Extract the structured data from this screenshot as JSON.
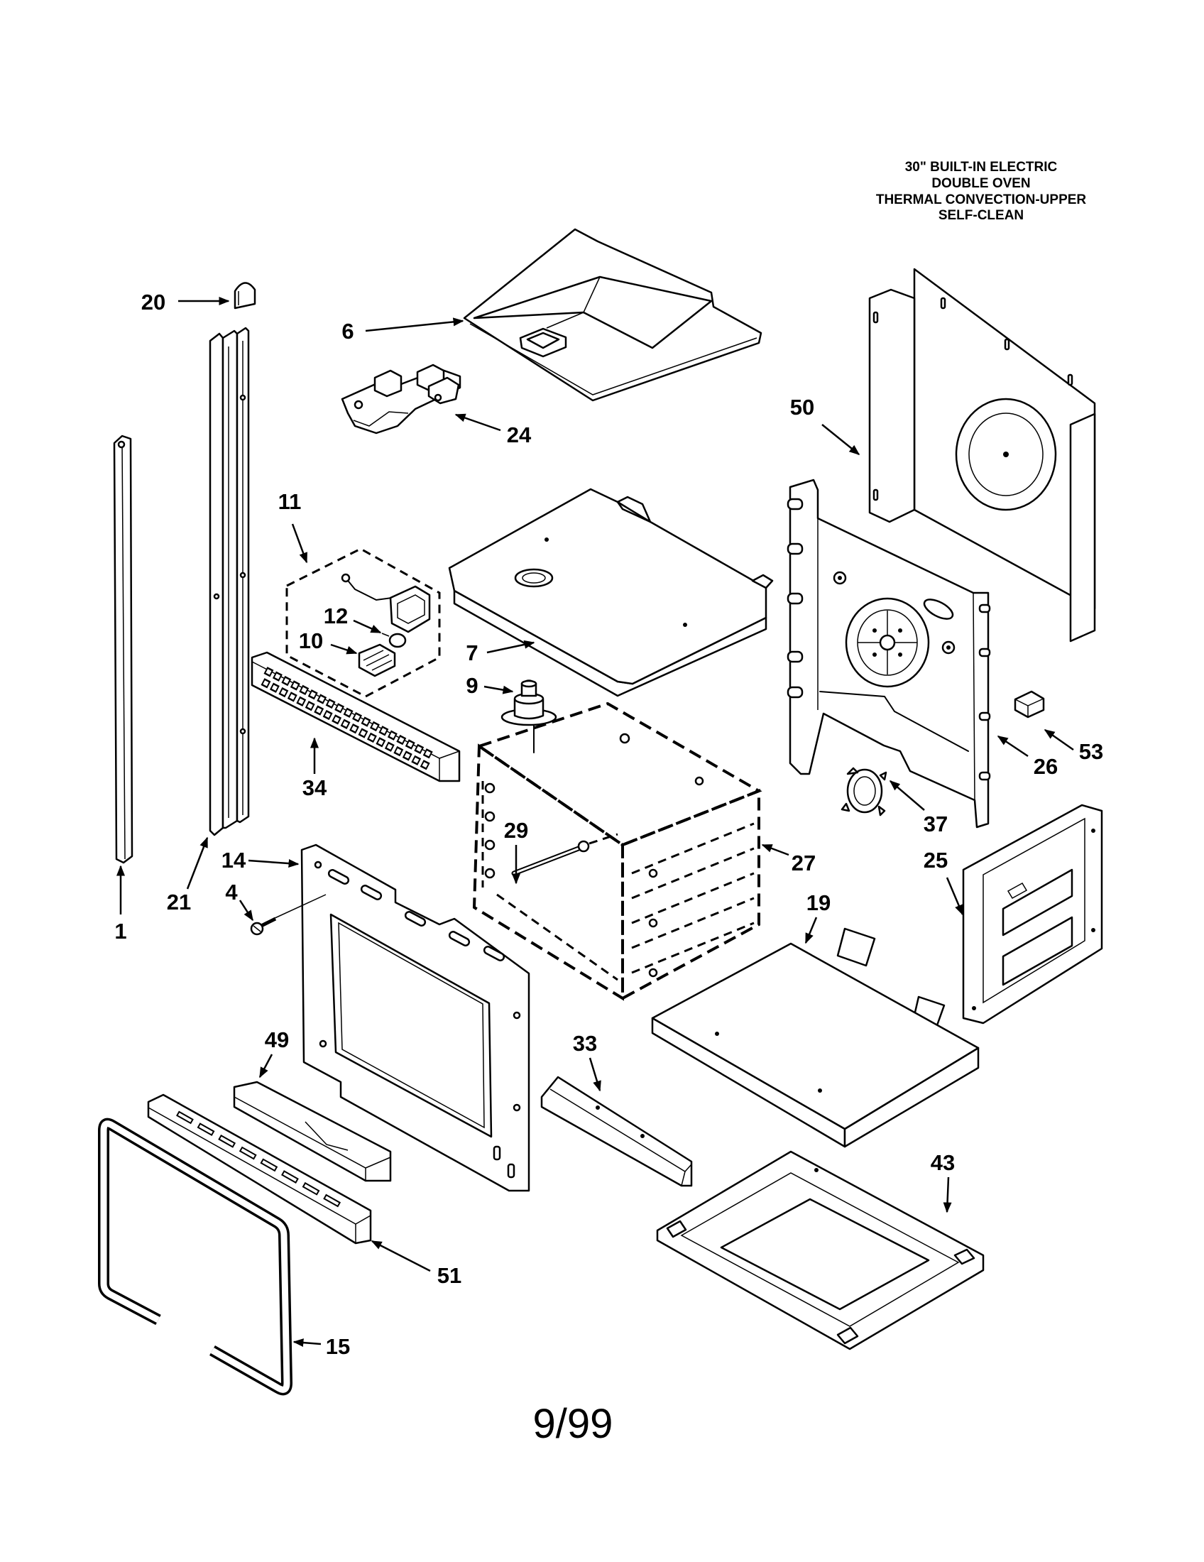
{
  "header": {
    "lines": [
      "30\" BUILT-IN ELECTRIC",
      "DOUBLE OVEN",
      "THERMAL CONVECTION-UPPER",
      "SELF-CLEAN"
    ]
  },
  "callouts": [
    "20",
    "6",
    "24",
    "50",
    "11",
    "12",
    "10",
    "7",
    "9",
    "34",
    "53",
    "26",
    "37",
    "29",
    "27",
    "14",
    "25",
    "21",
    "4",
    "1",
    "19",
    "49",
    "33",
    "43",
    "51",
    "15"
  ],
  "footer": {
    "date_code": "9/99"
  }
}
